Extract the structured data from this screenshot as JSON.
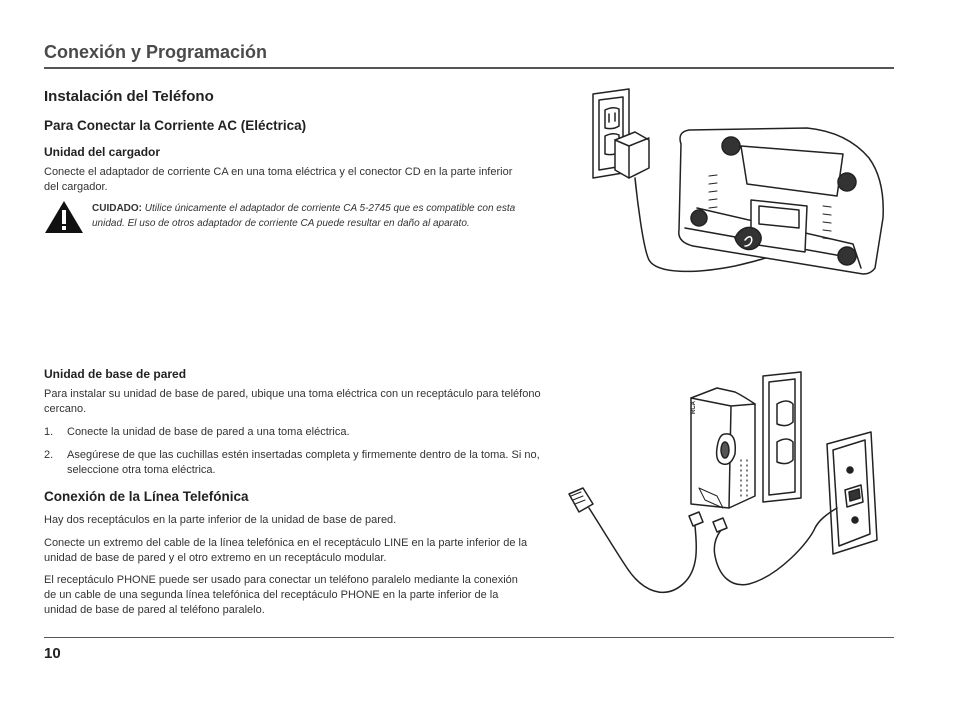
{
  "header": {
    "title": "Conexión y Programación"
  },
  "section": {
    "title": "Instalación del Teléfono"
  },
  "ac": {
    "title": "Para Conectar la Corriente AC (Eléctrica)",
    "charger": {
      "title": "Unidad del cargador",
      "text": "Conecte el adaptador de corriente CA en una toma eléctrica y el conector CD en la parte inferior del cargador."
    },
    "caution": {
      "label": "CUIDADO:",
      "text": "Utilice únicamente el adaptador de corriente CA  5-2745 que es compatible con esta unidad. El uso de otros adaptador de corriente CA puede resultar en daño al aparato."
    }
  },
  "wall_base": {
    "title": "Unidad de base de pared",
    "intro": "Para instalar su unidad de base de pared, ubique una toma eléctrica con un receptáculo para teléfono cercano.",
    "steps": [
      {
        "num": "1.",
        "text": "Conecte la unidad de base de pared a una toma eléctrica."
      },
      {
        "num": "2.",
        "text": "Asegúrese de que las cuchillas estén insertadas completa y firmemente dentro de la toma. Si no, seleccione otra toma eléctrica."
      }
    ]
  },
  "line": {
    "title": "Conexión de la Línea Telefónica",
    "p1": "Hay dos receptáculos en la parte inferior de la unidad de base de pared.",
    "p2": "Conecte un extremo del cable de la línea telefónica en el receptáculo LINE en la parte inferior de la unidad de base de pared y el otro extremo en un receptáculo modular.",
    "p3": "El receptáculo PHONE puede ser usado para conectar un teléfono paralelo mediante la conexión de un cable de una segunda línea telefónica del receptáculo PHONE en la parte inferior de la unidad de base de pared al teléfono paralelo."
  },
  "illustration": {
    "brand": "RCA"
  },
  "footer": {
    "page": "10"
  }
}
